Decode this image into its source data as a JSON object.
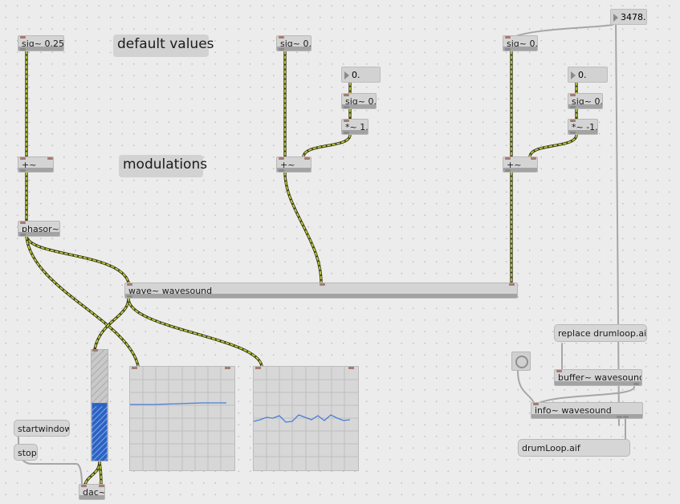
{
  "comments": {
    "default_values": "default values",
    "modulations": "modulations"
  },
  "objects": {
    "sig_a": "sig~ 0.25",
    "sig_b": "sig~ 0.",
    "sig_c": "sig~ 0.",
    "sig_d": "sig~ 0.",
    "sig_e": "sig~ 0.",
    "mul_pos": "*~ 1.",
    "mul_neg": "*~ -1.",
    "plus_a": "+~",
    "plus_b": "+~",
    "plus_c": "+~",
    "phasor": "phasor~",
    "wave": "wave~ wavesound",
    "buffer": "buffer~ wavesound",
    "info": "info~ wavesound",
    "dac": "dac~"
  },
  "numbers": {
    "num_b": "0.",
    "num_c": "0.",
    "samples": "3478."
  },
  "messages": {
    "replace": "replace drumloop.aif",
    "startwindow": "startwindow",
    "stop": "stop",
    "drumloop_file": "drumLoop.aif"
  },
  "meter": {
    "level": 0.52
  },
  "colors": {
    "wire_signal": "#3a3a1a",
    "wire_dash": "#c6d83c",
    "wire_control": "#9e9e9e",
    "meter_fill": "#2b63c4",
    "scope_line": "#4a7ed8"
  }
}
